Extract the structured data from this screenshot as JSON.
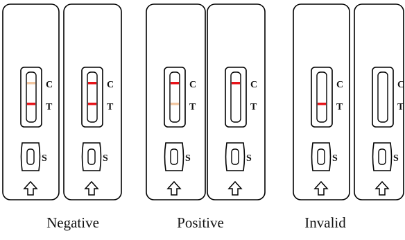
{
  "figure": {
    "window_label_c": "C",
    "window_label_t": "T",
    "well_label": "S",
    "line_colors": {
      "strong": "#e8141a",
      "faint": "#f2c7a1",
      "none": "transparent"
    },
    "outline_color": "#000000"
  },
  "groups": [
    {
      "caption": "Negative",
      "cassettes": [
        {
          "c_line": "faint",
          "t_line": "strong"
        },
        {
          "c_line": "strong",
          "t_line": "strong"
        }
      ]
    },
    {
      "caption": "Positive",
      "cassettes": [
        {
          "c_line": "strong",
          "t_line": "faint"
        },
        {
          "c_line": "strong",
          "t_line": "none"
        }
      ]
    },
    {
      "caption": "Invalid",
      "cassettes": [
        {
          "c_line": "none",
          "t_line": "strong"
        },
        {
          "c_line": "none",
          "t_line": "none"
        }
      ]
    }
  ]
}
